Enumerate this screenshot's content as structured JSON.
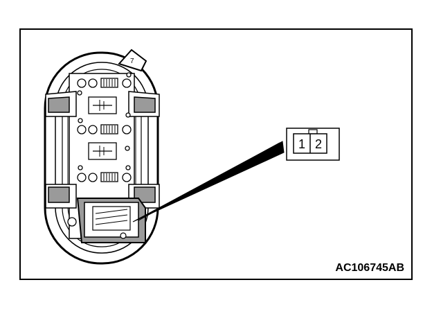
{
  "diagram": {
    "figure_code": "AC106745AB",
    "connector_pins": [
      "1",
      "2"
    ],
    "colors": {
      "line": "#000000",
      "background": "#ffffff",
      "shade": "#9a9a9a"
    }
  }
}
